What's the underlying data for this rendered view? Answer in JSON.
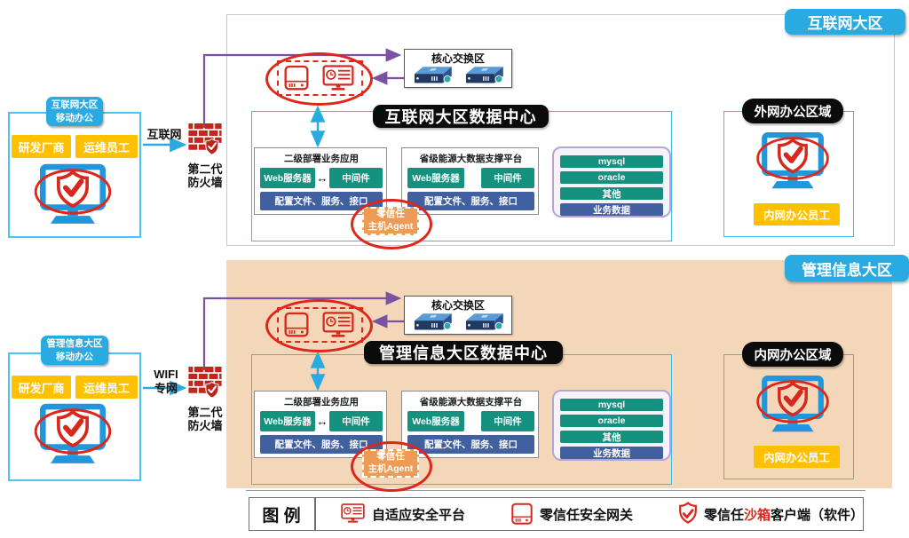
{
  "zones": {
    "internet": {
      "tag": "互联网大区",
      "core_switch": "核心交换区",
      "dc_title": "互联网大区数据中心",
      "office_area": "外网办公区域",
      "office_staff": "内网办公员工",
      "mobile_line1": "互联网大区",
      "mobile_line2": "移动办公",
      "vendor": "研发厂商",
      "ops": "运维员工",
      "link": "互联网",
      "firewall_line1": "第二代",
      "firewall_line2": "防火墙"
    },
    "mis": {
      "tag": "管理信息大区",
      "core_switch": "核心交换区",
      "dc_title": "管理信息大区数据中心",
      "office_area": "内网办公区域",
      "office_staff": "内网办公员工",
      "mobile_line1": "管理信息大区",
      "mobile_line2": "移动办公",
      "vendor": "研发厂商",
      "ops": "运维员工",
      "link_line1": "WIFI",
      "link_line2": "专网",
      "firewall_line1": "第二代",
      "firewall_line2": "防火墙"
    }
  },
  "app_stack": {
    "secondary_title": "二级部署业务应用",
    "provincial_title": "省级能源大数据支撑平台",
    "web_server": "Web服务器",
    "middleware": "中间件",
    "config_bar": "配置文件、服务、接口",
    "link_symbol": "↔"
  },
  "agent": {
    "line1": "零信任",
    "line2": "主机Agent"
  },
  "db_stack": {
    "rows": [
      {
        "label": "mysql",
        "style": "teal"
      },
      {
        "label": "oracle",
        "style": "teal"
      },
      {
        "label": "其他",
        "style": "teal"
      },
      {
        "label": "业务数据",
        "style": "navy"
      }
    ]
  },
  "legend": {
    "title": "图 例",
    "items": [
      {
        "icon": "adaptive-security-platform-icon",
        "label": "自适应安全平台"
      },
      {
        "icon": "zero-trust-gateway-icon",
        "label": "零信任安全网关"
      },
      {
        "icon": "zero-trust-client-shield-icon",
        "label_prefix": "零信任",
        "label_highlight": "沙箱",
        "label_suffix": "客户端（软件）"
      }
    ]
  },
  "colors": {
    "zone_tag_blue": "#29ABE2",
    "peach_bg": "#F4D6B8",
    "chip_yellow": "#FFC000",
    "teal": "#15917F",
    "navy": "#40609F",
    "red": "#D7281E",
    "agent_orange": "#ED9B55",
    "purple_line": "#7B52A3",
    "cyan_line": "#29ABE2",
    "monitor_blue": "#2196DB",
    "label_black": "#0B0B0B"
  }
}
